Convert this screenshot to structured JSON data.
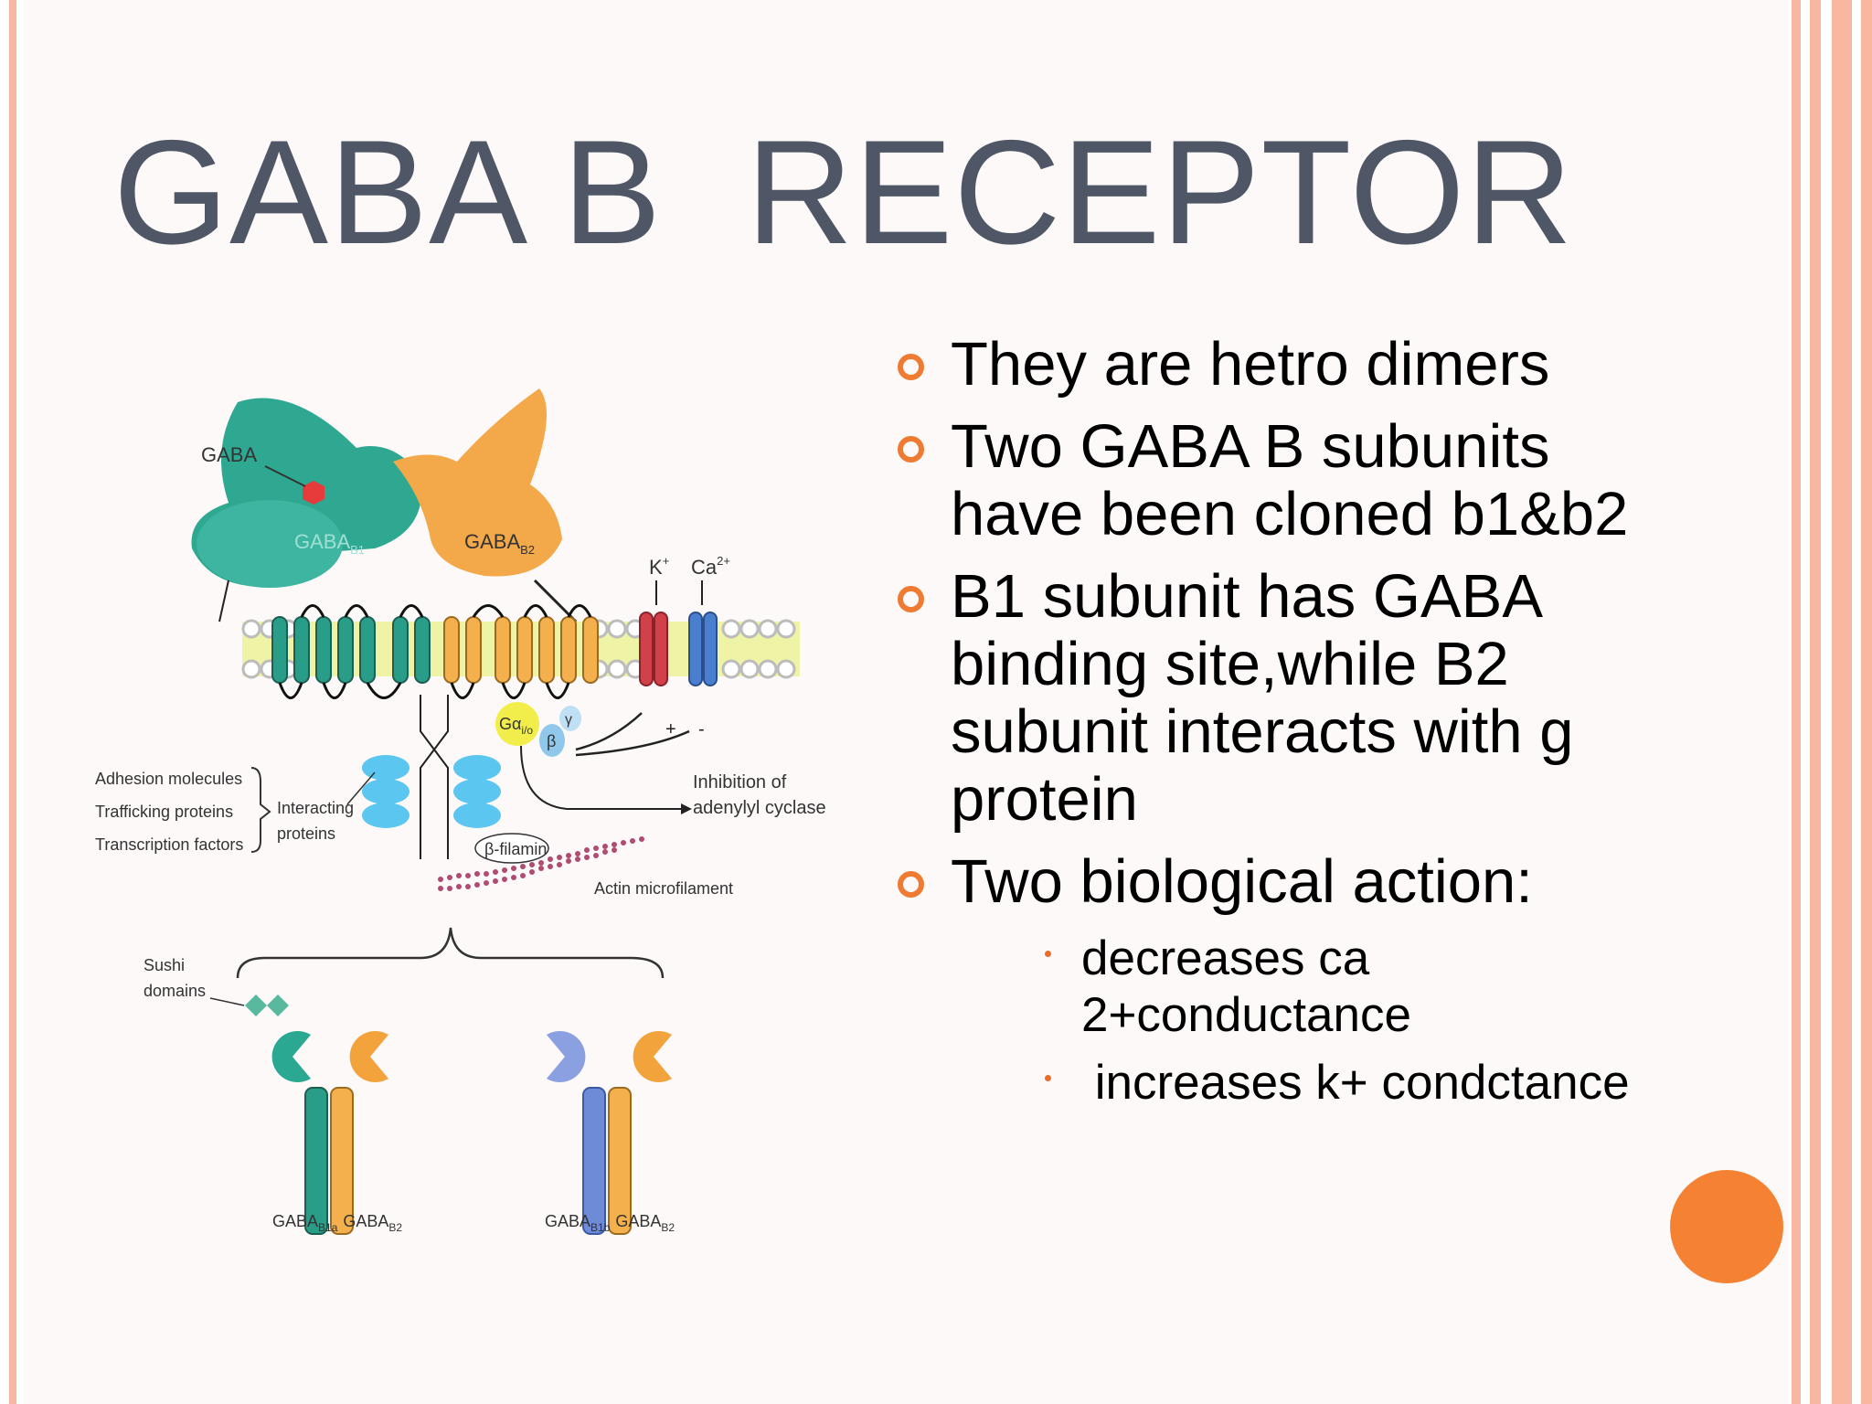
{
  "slide": {
    "title": "GABA B  RECEPTOR",
    "accent_color": "#ef7b32",
    "border_color": "#f7b7a1",
    "title_color": "#4f5666"
  },
  "bullets": [
    {
      "text": "They are hetro dimers"
    },
    {
      "text": "Two GABA B subunits have been cloned b1&b2"
    },
    {
      "text": "B1 subunit has GABA binding site,while B2 subunit interacts with g protein"
    },
    {
      "text": "Two biological action:"
    }
  ],
  "sub_bullets": [
    {
      "text": "decreases ca 2+conductance"
    },
    {
      "text": " increases k+ condctance"
    }
  ],
  "figure": {
    "gaba": "GABA",
    "gaba_b1": "GABA",
    "gaba_b1_sub": "B1",
    "gaba_b2": "GABA",
    "gaba_b2_sub": "B2",
    "k_ion": "K",
    "k_sup": "+",
    "ca_ion": "Ca",
    "ca_sup": "2+",
    "g_alpha": "Gα",
    "g_alpha_sub": "i/o",
    "g_beta": "β",
    "g_gamma": "γ",
    "plus_sign": "+",
    "minus_sign": "-",
    "left_list": [
      "Adhesion molecules",
      "Trafficking proteins",
      "Transcription factors"
    ],
    "interacting_proteins": [
      "Interacting",
      "proteins"
    ],
    "beta_filamin": "β-filamin",
    "inhibition": [
      "Inhibition of",
      "adenylyl cyclase"
    ],
    "actin": "Actin microfilament",
    "sushi": [
      "Sushi",
      "domains"
    ],
    "label_b1a_a": "GABA",
    "label_b1a_a_sub": "B1a",
    "label_b1a_b": "GABA",
    "label_b1a_b_sub": "B2",
    "label_b1b_a": "GABA",
    "label_b1b_a_sub": "B1b",
    "label_b1b_b": "GABA",
    "label_b1b_b_sub": "B2"
  }
}
